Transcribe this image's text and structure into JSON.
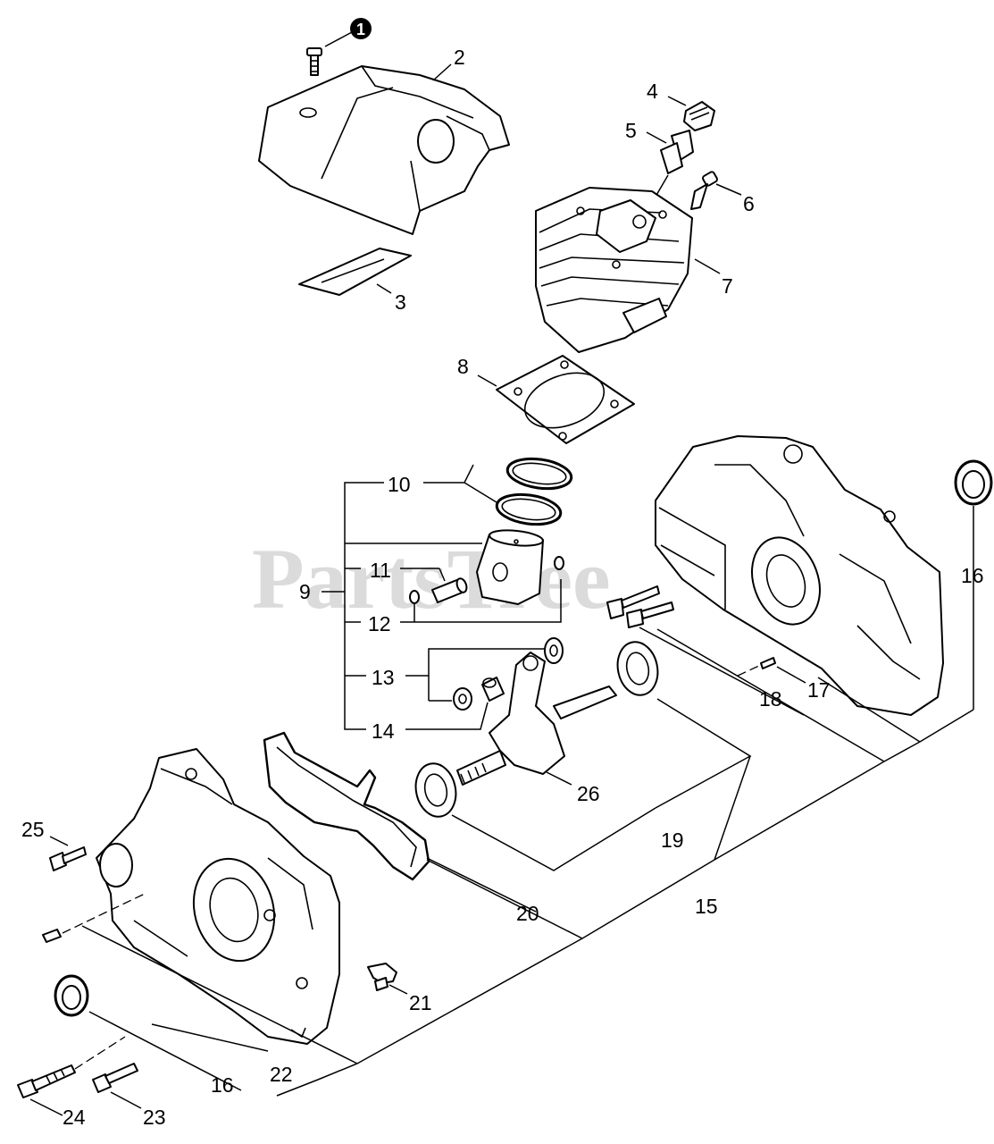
{
  "watermark": {
    "text": "PartsTree",
    "trademark": "™"
  },
  "labels": {
    "p1": "1",
    "p2": "2",
    "p3": "3",
    "p4": "4",
    "p5": "5",
    "p6": "6",
    "p7": "7",
    "p8": "8",
    "p9": "9",
    "p10": "10",
    "p11": "11",
    "p12": "12",
    "p13": "13",
    "p14": "14",
    "p15": "15",
    "p16a": "16",
    "p16b": "16",
    "p17": "17",
    "p18": "18",
    "p19": "19",
    "p20": "20",
    "p21": "21",
    "p22": "22",
    "p23": "23",
    "p24": "24",
    "p25": "25",
    "p26": "26"
  }
}
